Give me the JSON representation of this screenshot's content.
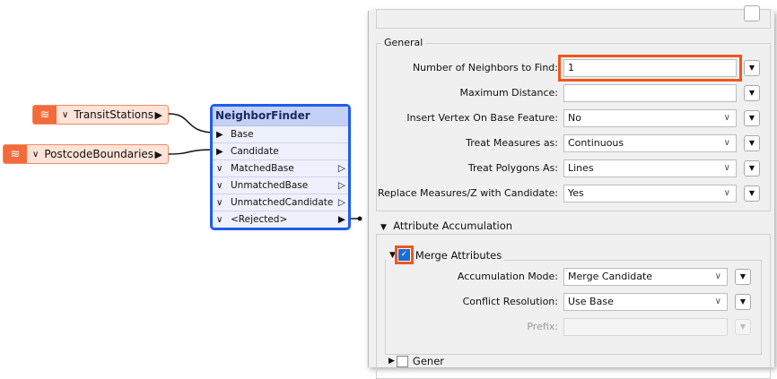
{
  "canvas": {
    "readers": [
      {
        "label": "TransitStations"
      },
      {
        "label": "PostcodeBoundaries"
      }
    ],
    "transformer": {
      "title": "NeighborFinder",
      "inputs": [
        "Base",
        "Candidate"
      ],
      "outputs": [
        "MatchedBase",
        "UnmatchedBase",
        "UnmatchedCandidate",
        "<Rejected>"
      ]
    }
  },
  "dialog": {
    "general": {
      "title": "General",
      "rows": [
        {
          "label": "Number of Neighbors to Find:",
          "value": "1"
        },
        {
          "label": "Maximum Distance:",
          "value": ""
        },
        {
          "label": "Insert Vertex On Base Feature:",
          "value": "No"
        },
        {
          "label": "Treat Measures as:",
          "value": "Continuous"
        },
        {
          "label": "Treat Polygons As:",
          "value": "Lines"
        },
        {
          "label": "Replace Measures/Z with Candidate:",
          "value": "Yes"
        }
      ]
    },
    "accumulation": {
      "title": "Attribute Accumulation",
      "merge_label": "Merge Attributes",
      "merge_checked": true,
      "rows": [
        {
          "label": "Accumulation Mode:",
          "value": "Merge Candidate"
        },
        {
          "label": "Conflict Resolution:",
          "value": "Use Base"
        },
        {
          "label": "Prefix:",
          "value": ""
        }
      ]
    },
    "next_group": "Gener"
  },
  "colors": {
    "highlight": "#f2561d",
    "transformer_border": "#1f5cf0",
    "reader": "#f26b3a"
  }
}
